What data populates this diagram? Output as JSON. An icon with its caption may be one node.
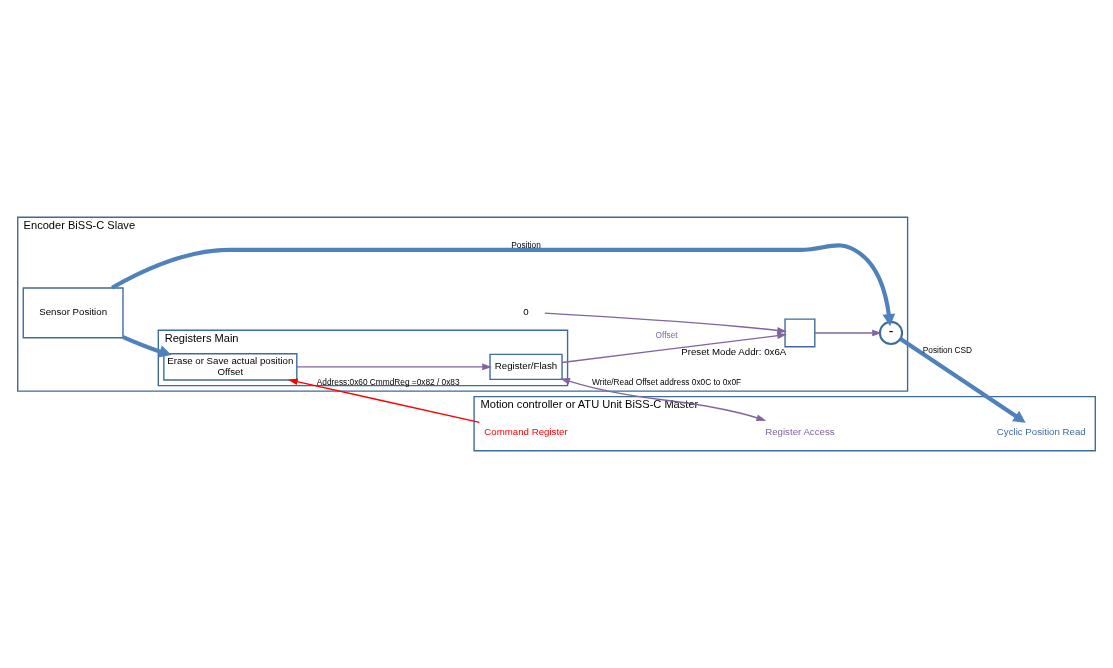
{
  "diagram": {
    "nodes": [
      {
        "text": [
          "Encoder BiSS-C Slave"
        ]
      },
      {
        "text": [
          "Sensor Position"
        ],
        "in": 0
      },
      {
        "text": [
          "Registers Main"
        ],
        "in": 0
      },
      {
        "text": [
          "Erase or Save actual position",
          "Offset"
        ],
        "in": 2
      },
      {
        "text": [
          "Register/Flash"
        ],
        "in": 2
      },
      {
        "text": [
          "-"
        ],
        "in": 0
      },
      {
        "text": [],
        "shape": "box",
        "beside": [
          "Preset Mode Addr: 0x6A"
        ],
        "in": 0
      },
      {
        "text": [
          "0"
        ],
        "in": 0
      },
      {
        "text": [
          "Motion controller or ATU Unit BiSS-C Master"
        ]
      },
      {
        "text": [
          "Cyclic Position Read"
        ],
        "in": 8
      },
      {
        "text": [
          "Command Register"
        ],
        "in": 8
      },
      {
        "text": [
          "Register Access"
        ],
        "in": 8
      }
    ],
    "edges": [
      {
        "from": 1,
        "to": 5,
        "arrow": "to",
        "label": "Position",
        "style": "thick",
        "color": "#4f81bd"
      },
      {
        "from": 1,
        "to": 3,
        "arrow": "to",
        "style": "thick",
        "color": "#4f81bd"
      },
      {
        "from": 5,
        "to": 9,
        "arrow": "to",
        "label": "Position CSD",
        "style": "thick",
        "color": "#4f81bd"
      },
      {
        "from": 7,
        "to": 6,
        "arrow": "to",
        "color": "#8064a2"
      },
      {
        "from": 6,
        "to": 5,
        "arrow": "to",
        "color": "#8064a2"
      },
      {
        "from": 10,
        "to": 3,
        "arrow": "to",
        "label": "Address:0x60 CmmdReg =0x82 / 0x83",
        "color": "#ff0000"
      },
      {
        "from": 3,
        "to": 4,
        "arrow": "to",
        "color": "#8064a2"
      },
      {
        "from": 4,
        "to": 6,
        "arrow": "to",
        "label": "Offset",
        "color": "#8064a2"
      },
      {
        "from": 4,
        "to": 11,
        "arrow": "both",
        "label": "Write/Read Offset address 0x0C to 0x0F",
        "color": "#8064a2"
      }
    ]
  }
}
